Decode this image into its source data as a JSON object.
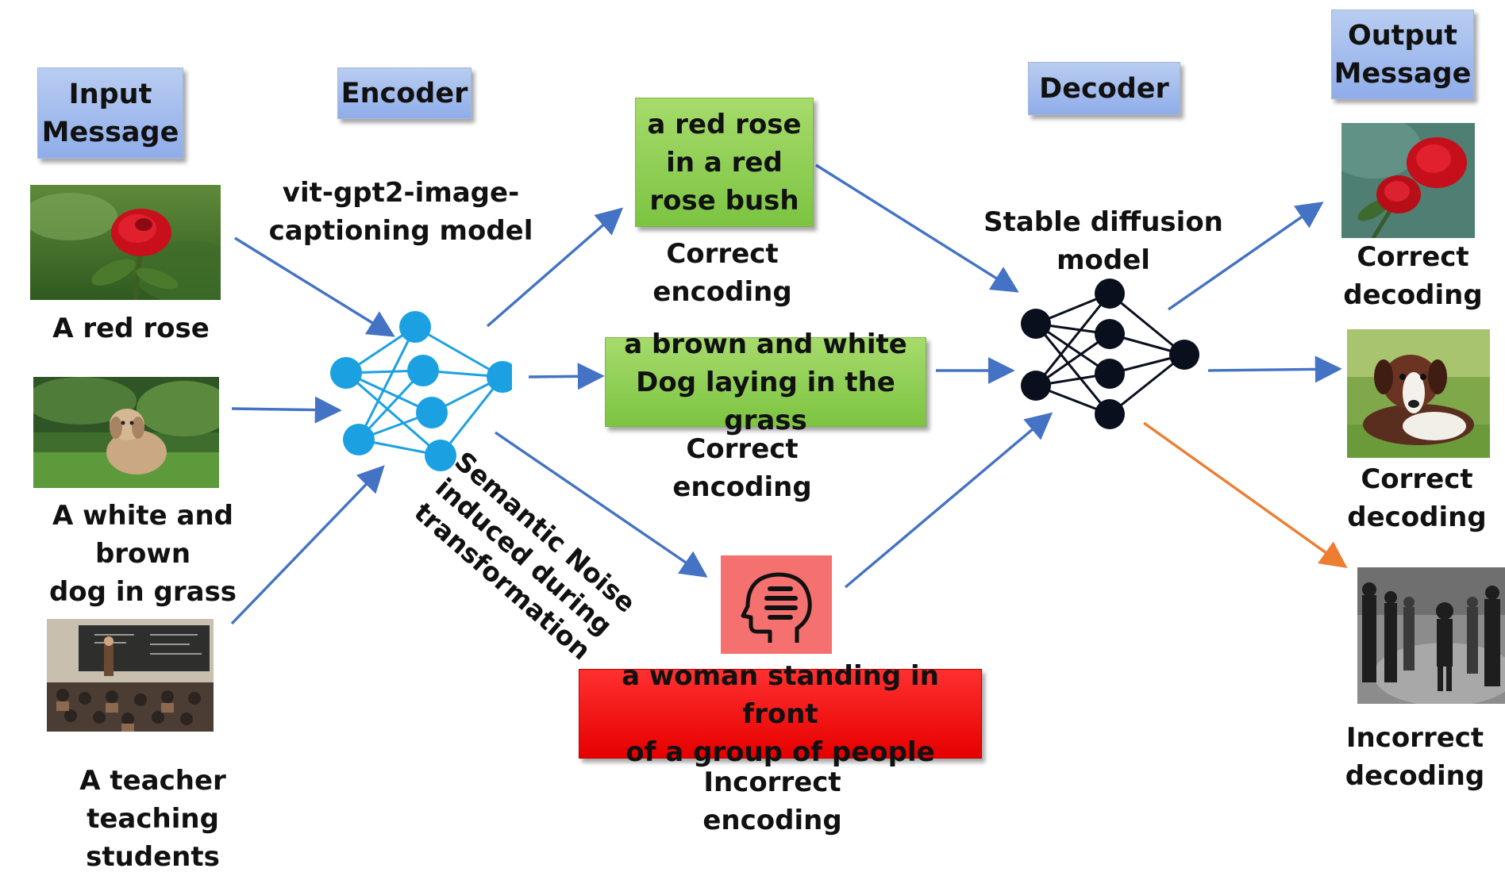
{
  "headers": {
    "input": "Input\nMessage",
    "encoder": "Encoder",
    "decoder": "Decoder",
    "output": "Output\nMessage"
  },
  "models": {
    "encoder": "vit-gpt2-image-\ncaptioning model",
    "decoder": "Stable diffusion\nmodel"
  },
  "inputs": [
    {
      "label": "A red rose"
    },
    {
      "label": "A white and brown\ndog in grass"
    },
    {
      "label": "A teacher\nteaching students"
    }
  ],
  "captions": [
    {
      "text": "a red rose\nin a red\nrose bush",
      "status": "Correct\nencoding"
    },
    {
      "text": "a brown and white\nDog laying in the grass",
      "status": "Correct\nencoding"
    },
    {
      "text": "a woman standing in front\nof a group of people",
      "status": "Incorrect\nencoding"
    }
  ],
  "noise_label": "Semantic Noise\ninduced during\ntransformation",
  "outputs": [
    {
      "status": "Correct\ndecoding"
    },
    {
      "status": "Correct\ndecoding"
    },
    {
      "status": "Incorrect\ndecoding"
    }
  ],
  "colors": {
    "arrow": "#4472c4",
    "arrow_wrong": "#ed7d31",
    "encoder_net": "#1ba1e2",
    "decoder_net": "#0a0f1e",
    "caption_good": "#92d050",
    "caption_bad": "#ff0000",
    "noise_icon_bg": "#f5716f",
    "header_bg": "#8faadc"
  }
}
